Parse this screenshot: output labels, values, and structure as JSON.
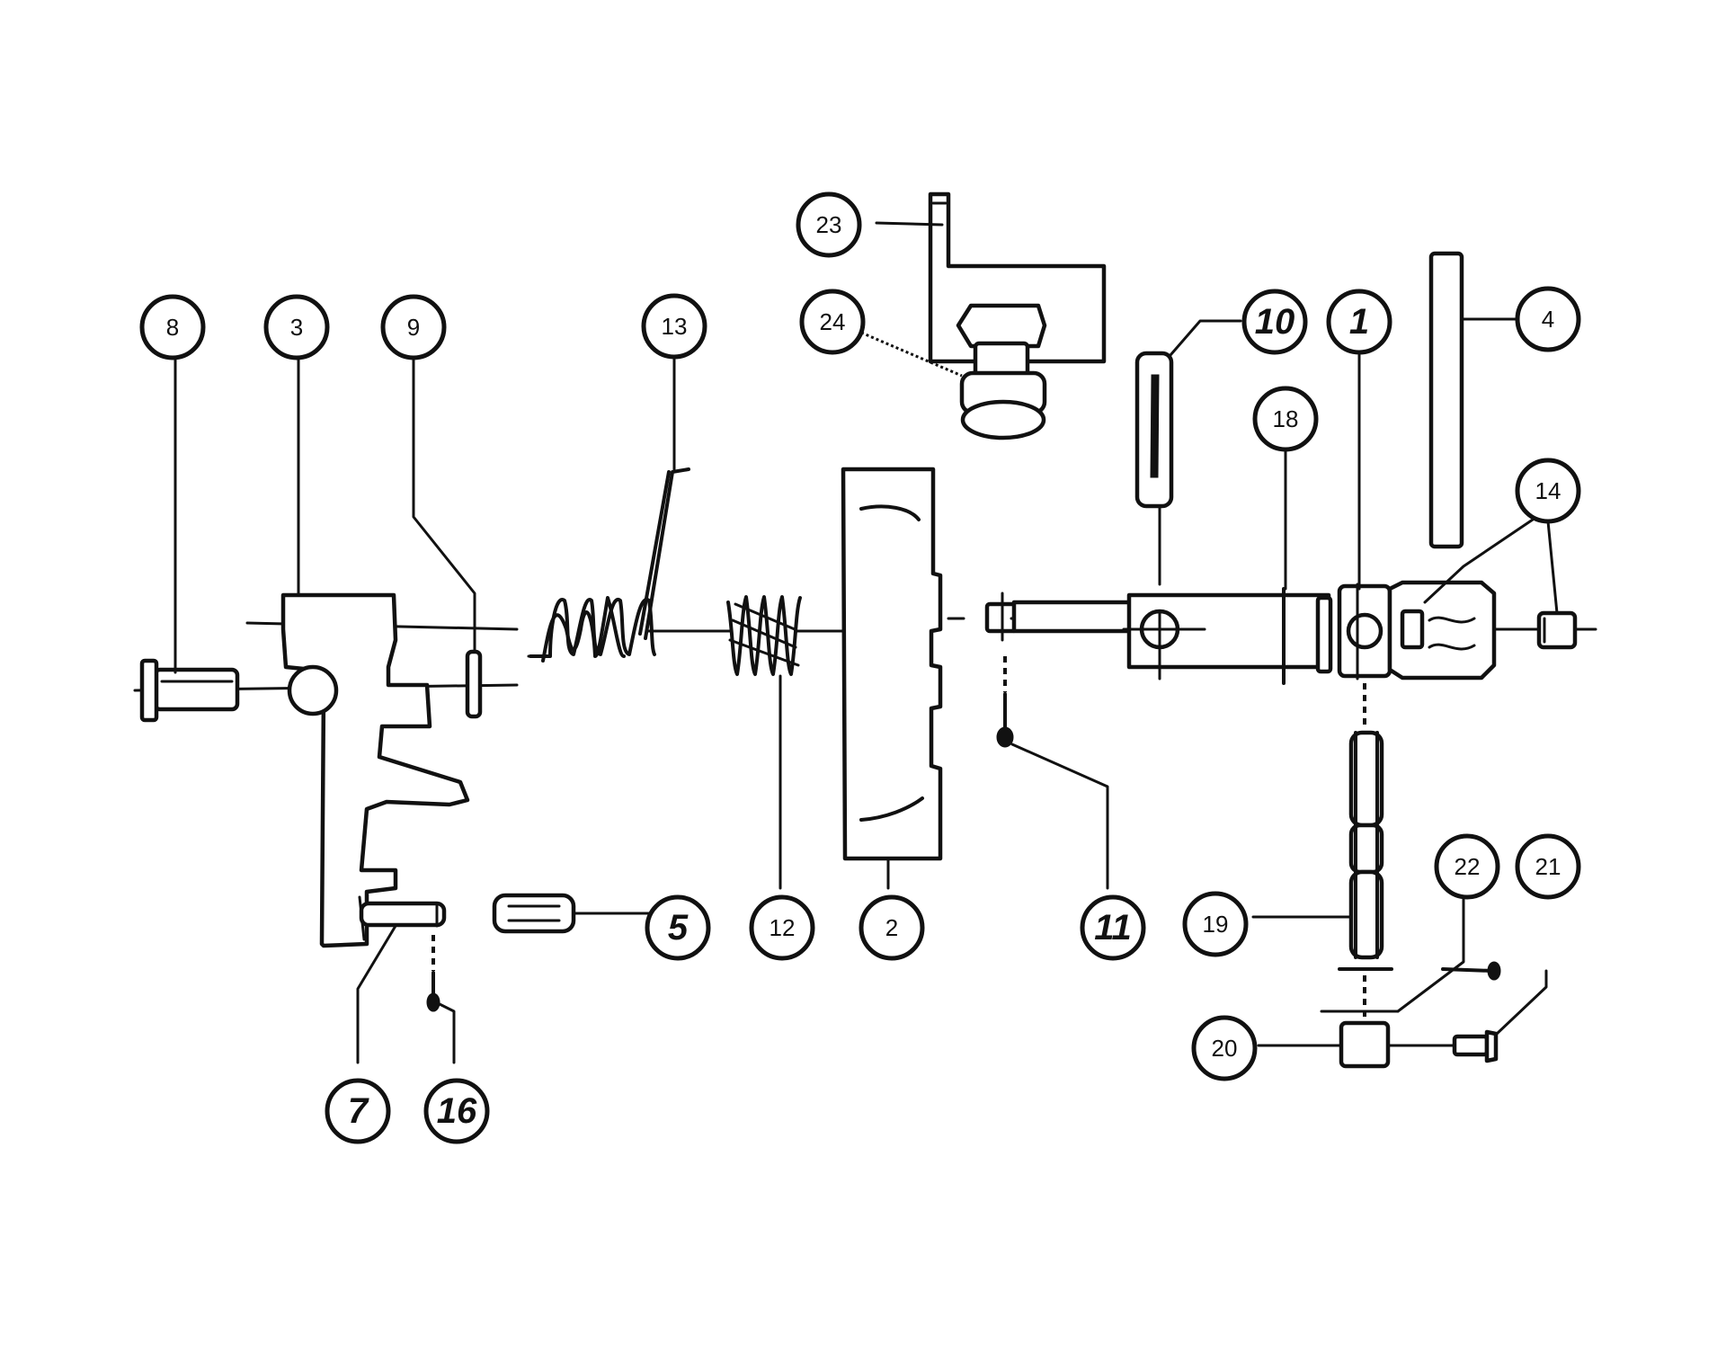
{
  "callouts": [
    {
      "id": "c1",
      "label": "1",
      "bold": true
    },
    {
      "id": "c2",
      "label": "2",
      "bold": false
    },
    {
      "id": "c3",
      "label": "3",
      "bold": false
    },
    {
      "id": "c4",
      "label": "4",
      "bold": false
    },
    {
      "id": "c5",
      "label": "5",
      "bold": true
    },
    {
      "id": "c7",
      "label": "7",
      "bold": true
    },
    {
      "id": "c8",
      "label": "8",
      "bold": false
    },
    {
      "id": "c9",
      "label": "9",
      "bold": false
    },
    {
      "id": "c10",
      "label": "10",
      "bold": true
    },
    {
      "id": "c11",
      "label": "11",
      "bold": true
    },
    {
      "id": "c12",
      "label": "12",
      "bold": true
    },
    {
      "id": "c13",
      "label": "13",
      "bold": false
    },
    {
      "id": "c14",
      "label": "14",
      "bold": false
    },
    {
      "id": "c16",
      "label": "16",
      "bold": false
    },
    {
      "id": "c18",
      "label": "18",
      "bold": false
    },
    {
      "id": "c19",
      "label": "19",
      "bold": false
    },
    {
      "id": "c20",
      "label": "20",
      "bold": false
    },
    {
      "id": "c21",
      "label": "21",
      "bold": false
    },
    {
      "id": "c22",
      "label": "22",
      "bold": false
    },
    {
      "id": "c23",
      "label": "23",
      "bold": false
    },
    {
      "id": "c24",
      "label": "24",
      "bold": false
    }
  ],
  "colors": {
    "ink": "#111111",
    "paper": "#ffffff"
  }
}
